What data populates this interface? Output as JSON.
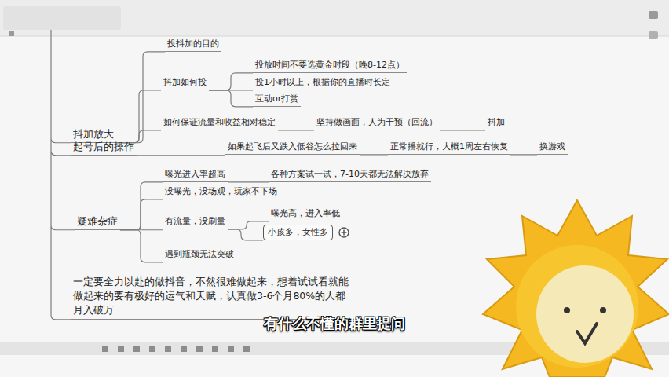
{
  "diagram": {
    "nodes": [
      {
        "text": [
          "抖加放大"
        ]
      },
      {
        "text": [
          "投抖加的目的"
        ]
      },
      {
        "text": [
          "抖加如何投"
        ]
      },
      {
        "text": [
          "投放时间不要选黄金时段（晚8-12点）"
        ]
      },
      {
        "text": [
          "投1小时以上，根据你的直播时长定"
        ]
      },
      {
        "text": [
          "互动or打赏"
        ]
      },
      {
        "text": [
          "如何保证流量和收益相对稳定"
        ]
      },
      {
        "text": [
          "坚持做画面，人为干预（回流）"
        ]
      },
      {
        "text": [
          "抖加"
        ]
      },
      {
        "text": [
          "起号后的操作"
        ]
      },
      {
        "text": [
          "如果起飞后又跌入低谷怎么拉回来"
        ]
      },
      {
        "text": [
          "正常播就行，大概1周左右恢复"
        ]
      },
      {
        "text": [
          "换游戏"
        ]
      },
      {
        "text": [
          "疑难杂症"
        ]
      },
      {
        "text": [
          "曝光进入率超高"
        ]
      },
      {
        "text": [
          "各种方案试一试，7-10天都无法解决放弃"
        ]
      },
      {
        "text": [
          "没曝光，没场观，玩家不下场"
        ]
      },
      {
        "text": [
          "有流量，没刷量"
        ]
      },
      {
        "text": [
          "曝光高，进入率低"
        ]
      },
      {
        "text": [
          "小孩多，女性多"
        ]
      },
      {
        "text": [
          "遇到瓶颈无法突破"
        ]
      },
      {
        "text": [
          "一定要全力以赴的做抖音，不然很难做起来，想着试试看就能做起来的要有极好的运气和天赋，认真做3-6个月80%的人都月入破万"
        ]
      }
    ],
    "edges": [
      {
        "from": 0,
        "to": 1,
        "arrow": "none"
      },
      {
        "from": 0,
        "to": 2,
        "arrow": "none"
      },
      {
        "from": 0,
        "to": 6,
        "arrow": "none"
      },
      {
        "from": 2,
        "to": 3,
        "arrow": "none"
      },
      {
        "from": 2,
        "to": 4,
        "arrow": "none"
      },
      {
        "from": 2,
        "to": 5,
        "arrow": "none"
      },
      {
        "from": 6,
        "to": 7,
        "arrow": "none"
      },
      {
        "from": 7,
        "to": 8,
        "arrow": "none"
      },
      {
        "from": 9,
        "to": 10,
        "arrow": "none"
      },
      {
        "from": 10,
        "to": 11,
        "arrow": "none"
      },
      {
        "from": 11,
        "to": 12,
        "arrow": "none"
      },
      {
        "from": 13,
        "to": 14,
        "arrow": "none"
      },
      {
        "from": 14,
        "to": 15,
        "arrow": "none"
      },
      {
        "from": 13,
        "to": 16,
        "arrow": "none"
      },
      {
        "from": 13,
        "to": 17,
        "arrow": "none"
      },
      {
        "from": 17,
        "to": 18,
        "arrow": "none"
      },
      {
        "from": 17,
        "to": 19,
        "arrow": "none"
      },
      {
        "from": 13,
        "to": 20,
        "arrow": "none"
      }
    ],
    "labels": [
      "有什么不懂的群里提问"
    ]
  }
}
